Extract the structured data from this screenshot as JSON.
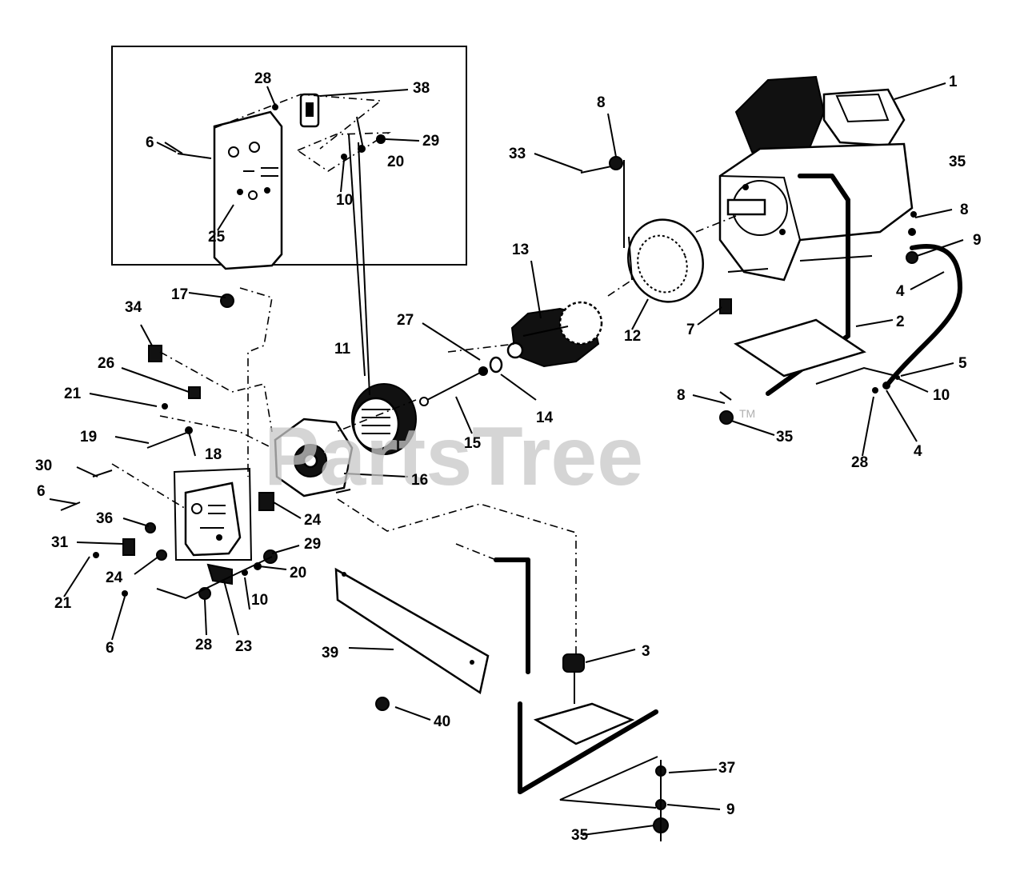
{
  "watermark": {
    "text": "PartsTree",
    "trademark": "TM"
  },
  "callouts": [
    {
      "id": "c1",
      "label": "1"
    },
    {
      "id": "c2",
      "label": "2"
    },
    {
      "id": "c3",
      "label": "3"
    },
    {
      "id": "c4a",
      "label": "4"
    },
    {
      "id": "c4b",
      "label": "4"
    },
    {
      "id": "c5",
      "label": "5"
    },
    {
      "id": "c6a",
      "label": "6"
    },
    {
      "id": "c6b",
      "label": "6"
    },
    {
      "id": "c6c",
      "label": "6"
    },
    {
      "id": "c7",
      "label": "7"
    },
    {
      "id": "c8a",
      "label": "8"
    },
    {
      "id": "c8b",
      "label": "8"
    },
    {
      "id": "c8c",
      "label": "8"
    },
    {
      "id": "c9a",
      "label": "9"
    },
    {
      "id": "c9b",
      "label": "9"
    },
    {
      "id": "c10a",
      "label": "10"
    },
    {
      "id": "c10b",
      "label": "10"
    },
    {
      "id": "c10c",
      "label": "10"
    },
    {
      "id": "c11",
      "label": "11"
    },
    {
      "id": "c12",
      "label": "12"
    },
    {
      "id": "c13",
      "label": "13"
    },
    {
      "id": "c14",
      "label": "14"
    },
    {
      "id": "c15",
      "label": "15"
    },
    {
      "id": "c16",
      "label": "16"
    },
    {
      "id": "c17",
      "label": "17"
    },
    {
      "id": "c18",
      "label": "18"
    },
    {
      "id": "c19",
      "label": "19"
    },
    {
      "id": "c20a",
      "label": "20"
    },
    {
      "id": "c20b",
      "label": "20"
    },
    {
      "id": "c21a",
      "label": "21"
    },
    {
      "id": "c21b",
      "label": "21"
    },
    {
      "id": "c23",
      "label": "23"
    },
    {
      "id": "c24a",
      "label": "24"
    },
    {
      "id": "c24b",
      "label": "24"
    },
    {
      "id": "c25",
      "label": "25"
    },
    {
      "id": "c26",
      "label": "26"
    },
    {
      "id": "c27",
      "label": "27"
    },
    {
      "id": "c28a",
      "label": "28"
    },
    {
      "id": "c28b",
      "label": "28"
    },
    {
      "id": "c28c",
      "label": "28"
    },
    {
      "id": "c29a",
      "label": "29"
    },
    {
      "id": "c29b",
      "label": "29"
    },
    {
      "id": "c30",
      "label": "30"
    },
    {
      "id": "c31",
      "label": "31"
    },
    {
      "id": "c33",
      "label": "33"
    },
    {
      "id": "c34",
      "label": "34"
    },
    {
      "id": "c35a",
      "label": "35"
    },
    {
      "id": "c35b",
      "label": "35"
    },
    {
      "id": "c35c",
      "label": "35"
    },
    {
      "id": "c36",
      "label": "36"
    },
    {
      "id": "c37",
      "label": "37"
    },
    {
      "id": "c38",
      "label": "38"
    },
    {
      "id": "c39",
      "label": "39"
    },
    {
      "id": "c40",
      "label": "40"
    }
  ]
}
